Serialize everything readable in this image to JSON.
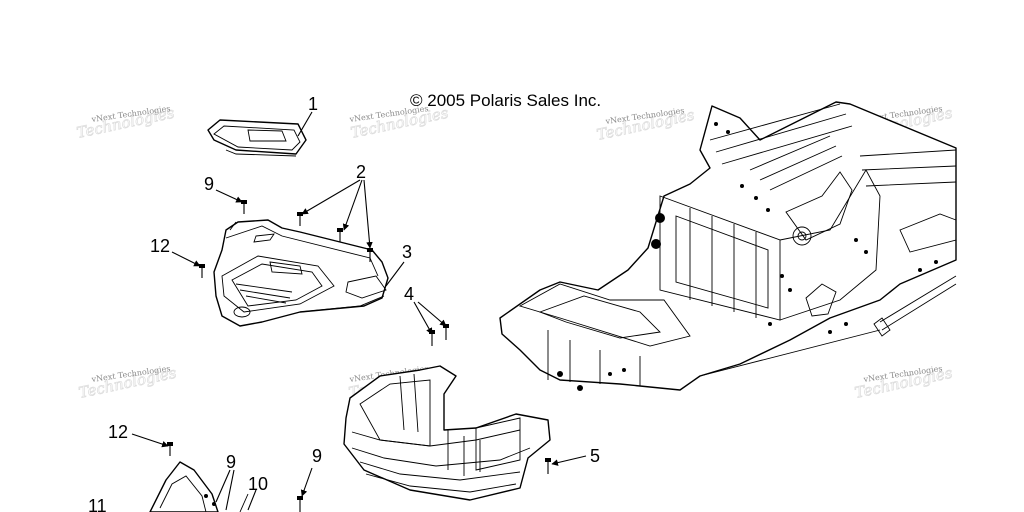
{
  "copyright": "© 2005 Polaris Sales Inc.",
  "watermark": "vNext Technologies",
  "callouts": [
    "1",
    "2",
    "3",
    "4",
    "5",
    "9",
    "9",
    "9",
    "10",
    "11",
    "12",
    "12"
  ]
}
